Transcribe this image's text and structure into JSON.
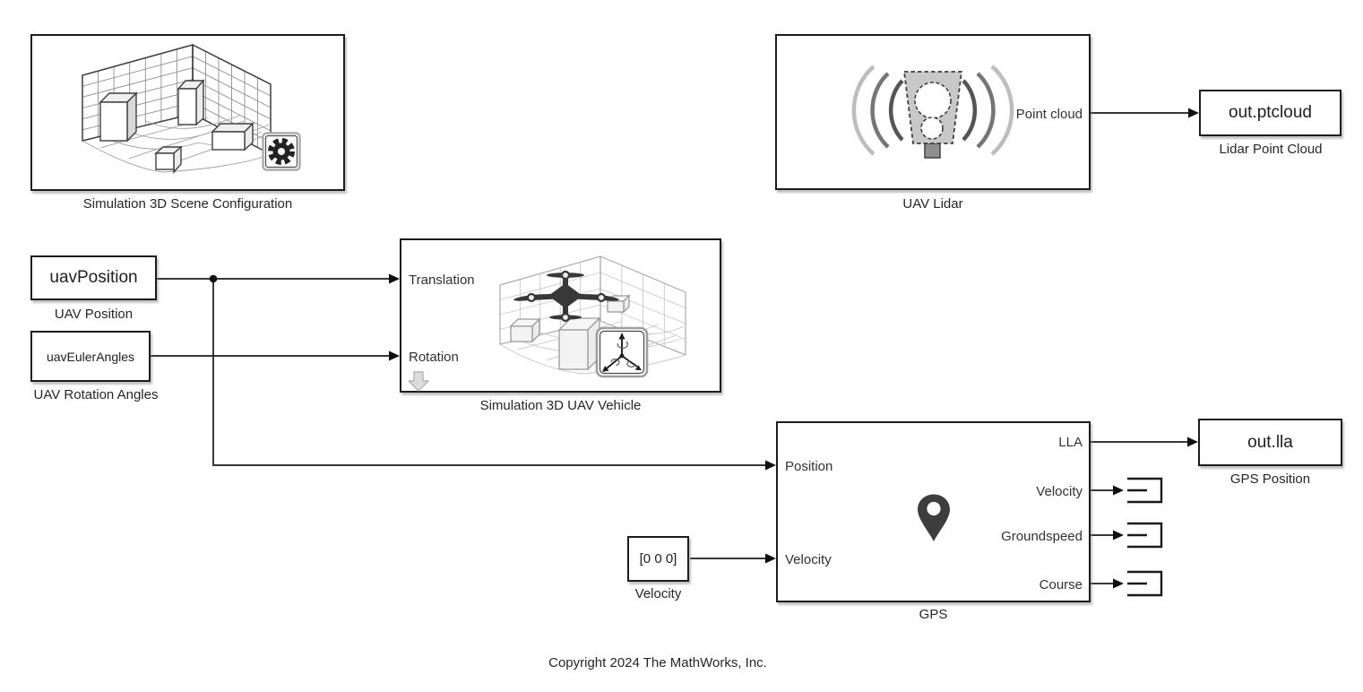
{
  "diagram": {
    "blocks": {
      "scene_config": {
        "label": "Simulation 3D Scene Configuration",
        "icon": "3d-scene-gear-icon"
      },
      "uav_lidar": {
        "label": "UAV Lidar",
        "output_port": "Point cloud",
        "icon": "lidar-sensor-icon"
      },
      "lidar_outport": {
        "value": "out.ptcloud",
        "label": "Lidar Point Cloud"
      },
      "uav_position": {
        "value": "uavPosition",
        "label": "UAV Position"
      },
      "uav_rotation": {
        "value": "uavEulerAngles",
        "label": "UAV Rotation Angles"
      },
      "uav_vehicle": {
        "label": "Simulation 3D UAV Vehicle",
        "input_ports": [
          "Translation",
          "Rotation"
        ],
        "icon": "drone-3d-scene-icon"
      },
      "gps": {
        "label": "GPS",
        "input_ports": [
          "Position",
          "Velocity"
        ],
        "output_ports": [
          "LLA",
          "Velocity",
          "Groundspeed",
          "Course"
        ],
        "icon": "map-pin-icon"
      },
      "gps_outport": {
        "value": "out.lla",
        "label": "GPS Position"
      },
      "velocity_constant": {
        "value": "[0 0 0]",
        "label": "Velocity"
      }
    },
    "footer": {
      "copyright": "Copyright 2024 The MathWorks, Inc."
    },
    "colors": {
      "wire": "#1b1b1b",
      "block_border": "#1d1d1d",
      "block_fill": "#ffffff",
      "icon_dark": "#3d3d3d",
      "icon_gray": "#c8c8c8"
    }
  }
}
